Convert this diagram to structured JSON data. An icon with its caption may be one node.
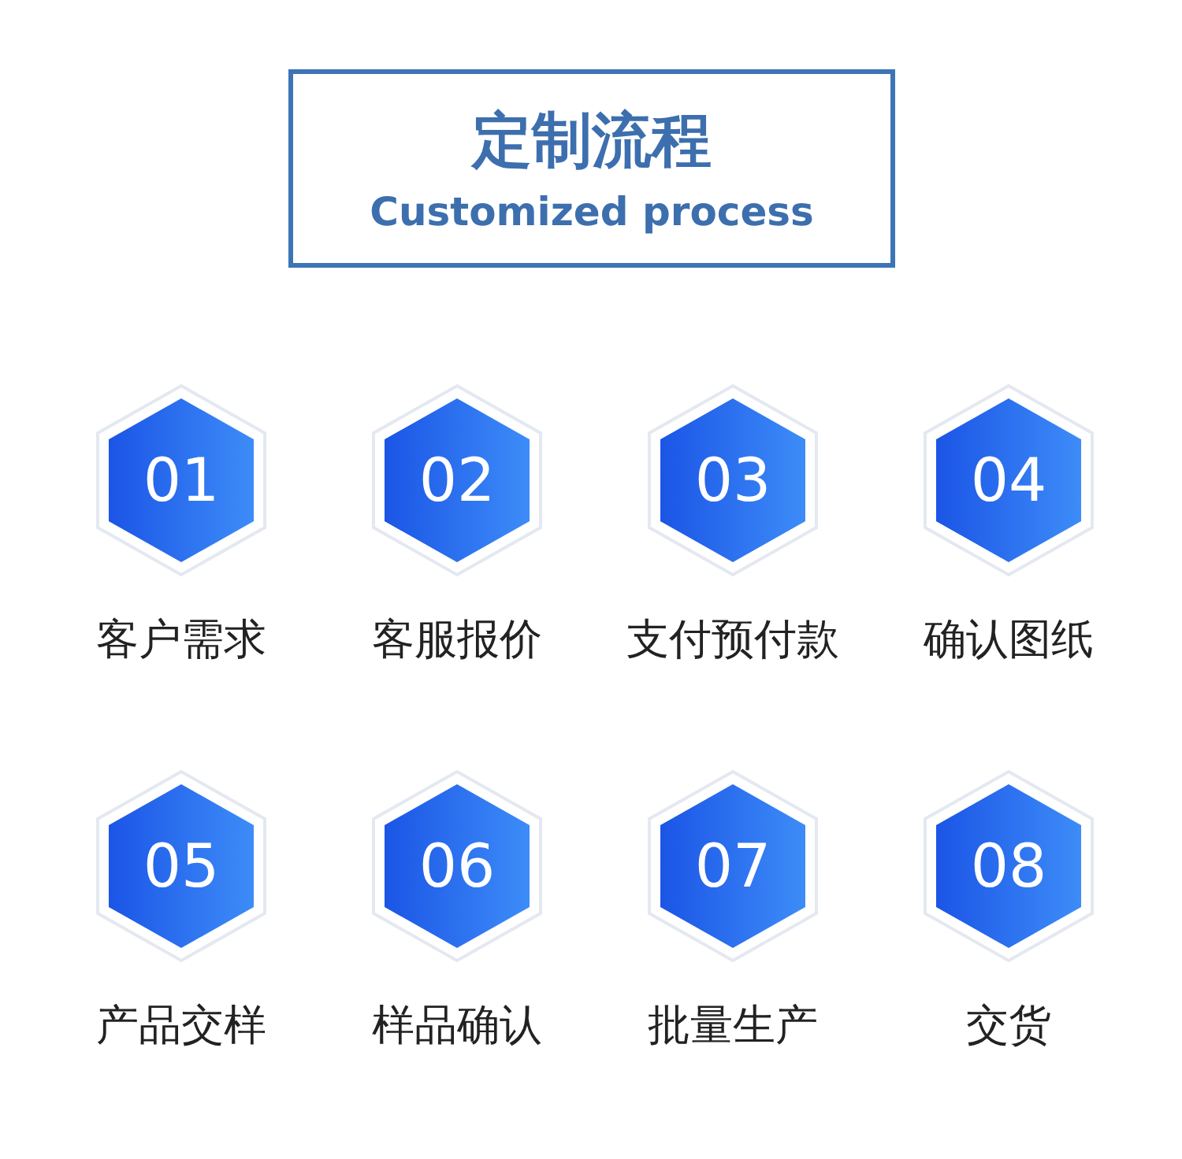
{
  "diagram": {
    "title": "定制流程",
    "nodes": [
      {
        "text": [
          "01"
        ],
        "beside": [
          "客户需求"
        ]
      },
      {
        "text": [
          "02"
        ],
        "beside": [
          "客服报价"
        ]
      },
      {
        "text": [
          "03"
        ],
        "beside": [
          "支付预付款"
        ]
      },
      {
        "text": [
          "04"
        ],
        "beside": [
          "确认图纸"
        ]
      },
      {
        "text": [
          "05"
        ],
        "beside": [
          "产品交样"
        ]
      },
      {
        "text": [
          "06"
        ],
        "beside": [
          "样品确认"
        ]
      },
      {
        "text": [
          "07"
        ],
        "beside": [
          "批量生产"
        ]
      },
      {
        "text": [
          "08"
        ],
        "beside": [
          "交货"
        ]
      }
    ],
    "labels": [
      "Customized process"
    ]
  }
}
